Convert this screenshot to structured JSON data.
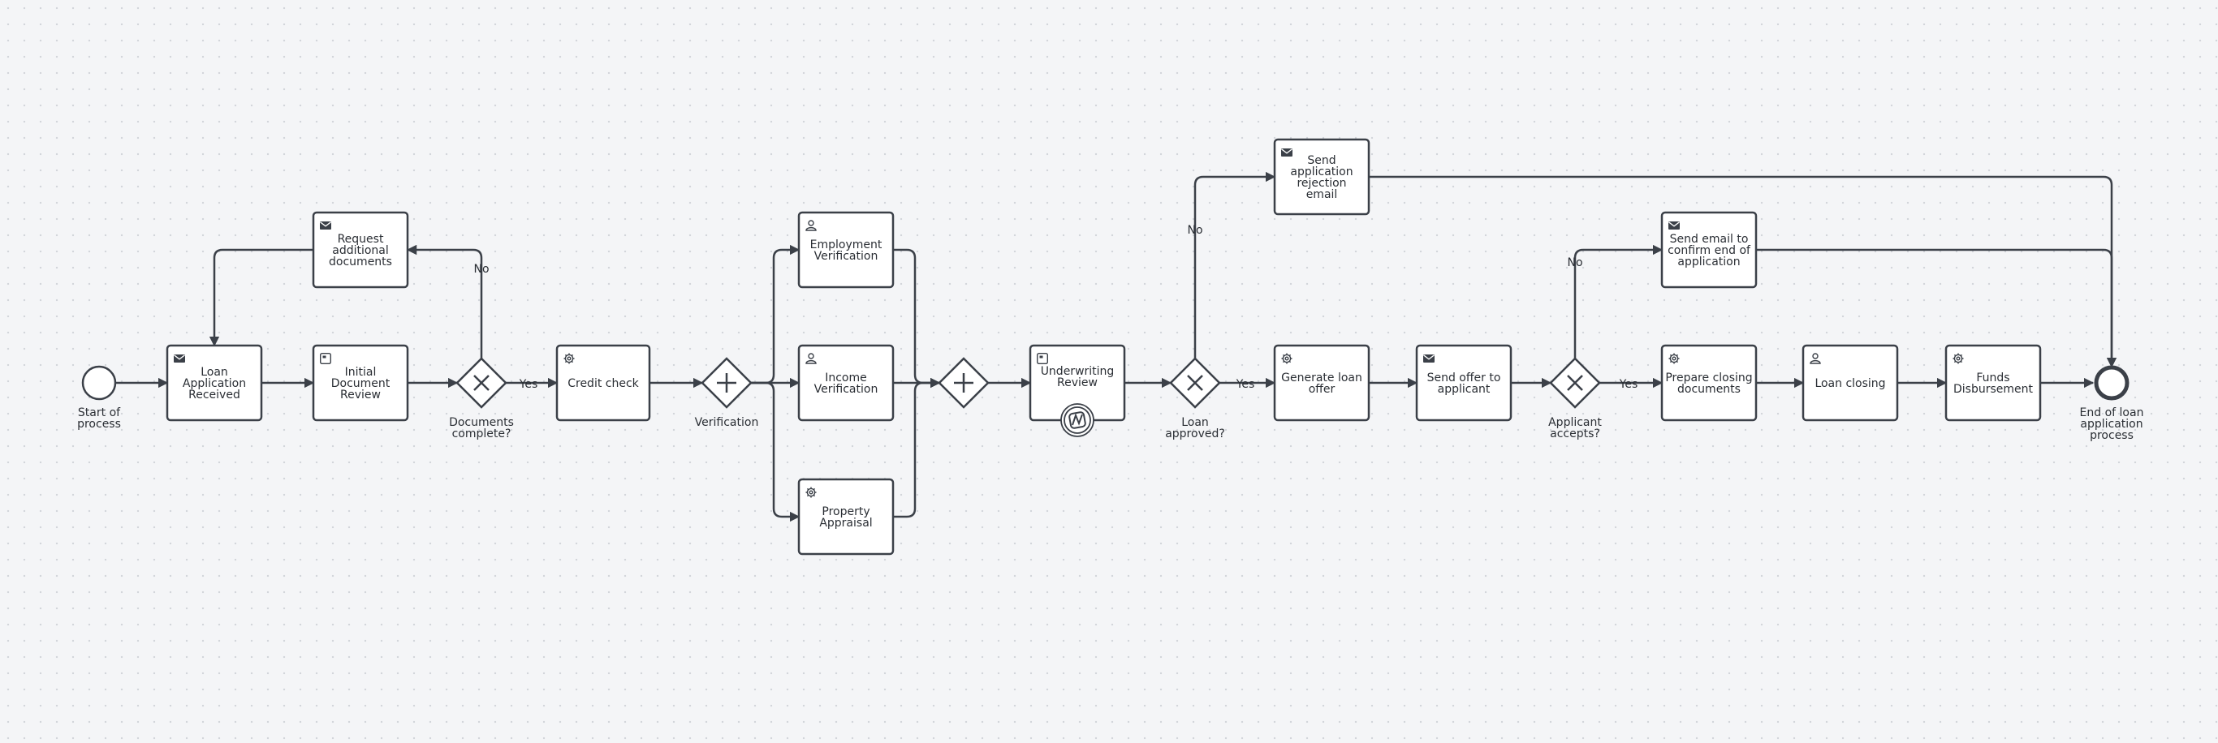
{
  "events": {
    "start": "Start of process",
    "end": "End of loan application process"
  },
  "tasks": {
    "loan_received": "Loan Application Received",
    "request_docs": "Request additional documents",
    "initial_review": "Initial Document Review",
    "credit_check": "Credit check",
    "employment": "Employment Verification",
    "income": "Income Verification",
    "property": "Property Appraisal",
    "underwriting": "Underwriting Review",
    "rejection_email": "Send application rejection email",
    "generate_offer": "Generate loan offer",
    "send_offer": "Send offer to applicant",
    "confirm_end_email": "Send email to confirm end of application",
    "prepare_closing": "Prepare closing documents",
    "loan_closing": "Loan closing",
    "funds": "Funds Disbursement"
  },
  "gateways": {
    "docs_complete": "Documents complete?",
    "verification": "Verification",
    "loan_approved": "Loan approved?",
    "applicant_accepts": "Applicant accepts?"
  },
  "flows": {
    "docs_no": "No",
    "docs_yes": "Yes",
    "approved_no": "No",
    "approved_yes": "Yes",
    "accepts_no": "No",
    "accepts_yes": "Yes"
  },
  "icons": {
    "envelope": "envelope-icon",
    "gear": "gear-icon",
    "user": "user-icon",
    "manual": "manual-task-icon",
    "conditional": "conditional-event-icon"
  },
  "colors": {
    "stroke": "#3b4048",
    "fill": "#ffffff",
    "background": "#f4f5f7"
  }
}
